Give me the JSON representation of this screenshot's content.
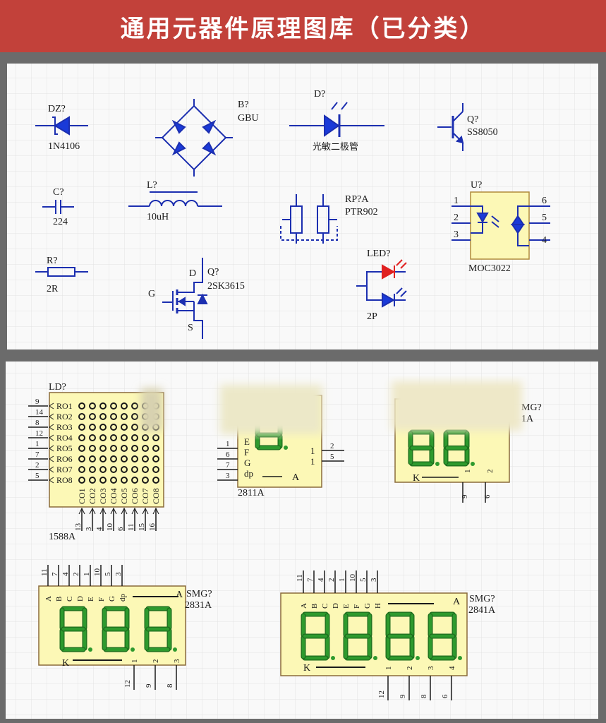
{
  "title": "通用元器件原理图库（已分类）",
  "colors": {
    "banner": "#c2413a",
    "body_fill": "#fcf8b6",
    "segment": "#2e9a2e",
    "led_red": "#e02020",
    "diode_blue": "#1a3ad8"
  },
  "panel1": {
    "zener": {
      "designator": "DZ?",
      "value": "1N4106"
    },
    "bridge": {
      "designator": "B?",
      "value": "GBU"
    },
    "photodiode": {
      "designator": "D?",
      "value": "光敏二极管"
    },
    "transistor": {
      "designator": "Q?",
      "value": "SS8050"
    },
    "capacitor": {
      "designator": "C?",
      "value": "224"
    },
    "inductor": {
      "designator": "L?",
      "value": "10uH"
    },
    "potentiometer": {
      "designator": "RP?A",
      "value": "PTR902"
    },
    "optocoupler": {
      "designator": "U?",
      "value": "MOC3022",
      "pins_left": [
        "1",
        "2",
        "3"
      ],
      "pins_right": [
        "6",
        "5",
        "4"
      ]
    },
    "resistor": {
      "designator": "R?",
      "value": "2R"
    },
    "mosfet": {
      "designator": "Q?",
      "value": "2SK3615",
      "drain": "D",
      "gate": "G",
      "source": "S"
    },
    "led": {
      "designator": "LED?",
      "value": "2P"
    }
  },
  "panel2": {
    "matrix": {
      "designator": "LD?",
      "value": "1588A",
      "rows": [
        "RO1",
        "RO2",
        "RO3",
        "RO4",
        "RO5",
        "RO6",
        "RO7",
        "RO8"
      ],
      "row_pins": [
        "9",
        "14",
        "8",
        "12",
        "1",
        "7",
        "2",
        "5"
      ],
      "cols": [
        "CO1",
        "CO2",
        "CO3",
        "CO4",
        "CO5",
        "CO6",
        "CO7",
        "CO8"
      ],
      "col_pins": [
        "13",
        "3",
        "4",
        "10",
        "6",
        "11",
        "15",
        "16"
      ]
    },
    "seg1": {
      "value": "2811A",
      "left_labels": [
        "E",
        "F",
        "G",
        "dp"
      ],
      "left_pins": [
        "1",
        "6",
        "7",
        "3"
      ],
      "right_labels": [
        "1",
        "1"
      ],
      "right_pins": [
        "2",
        "5"
      ],
      "common": "A"
    },
    "seg2": {
      "designator_partial": "MG?",
      "value_partial": "1A",
      "common": "K",
      "bottom_labels": [
        "1",
        "2"
      ],
      "bottom_pins": [
        "9",
        "6"
      ]
    },
    "seg3": {
      "designator": "SMG?",
      "value": "2831A",
      "top_labels": [
        "A",
        "B",
        "C",
        "D",
        "E",
        "F",
        "G",
        "dp"
      ],
      "top_pins": [
        "11",
        "7",
        "4",
        "2",
        "1",
        "10",
        "5",
        "3"
      ],
      "anode": "A",
      "cathode": "K",
      "digit_labels": [
        "1",
        "2",
        "3"
      ],
      "bottom_pins": [
        "12",
        "9",
        "8"
      ]
    },
    "seg4": {
      "designator": "SMG?",
      "value": "2841A",
      "top_labels": [
        "A",
        "B",
        "C",
        "D",
        "E",
        "F",
        "G",
        "H"
      ],
      "top_pins": [
        "11",
        "7",
        "4",
        "2",
        "1",
        "10",
        "5",
        "3"
      ],
      "anode": "A",
      "cathode": "K",
      "digit_labels": [
        "1",
        "2",
        "3",
        "4"
      ],
      "bottom_pins": [
        "12",
        "9",
        "8",
        "6"
      ]
    }
  }
}
